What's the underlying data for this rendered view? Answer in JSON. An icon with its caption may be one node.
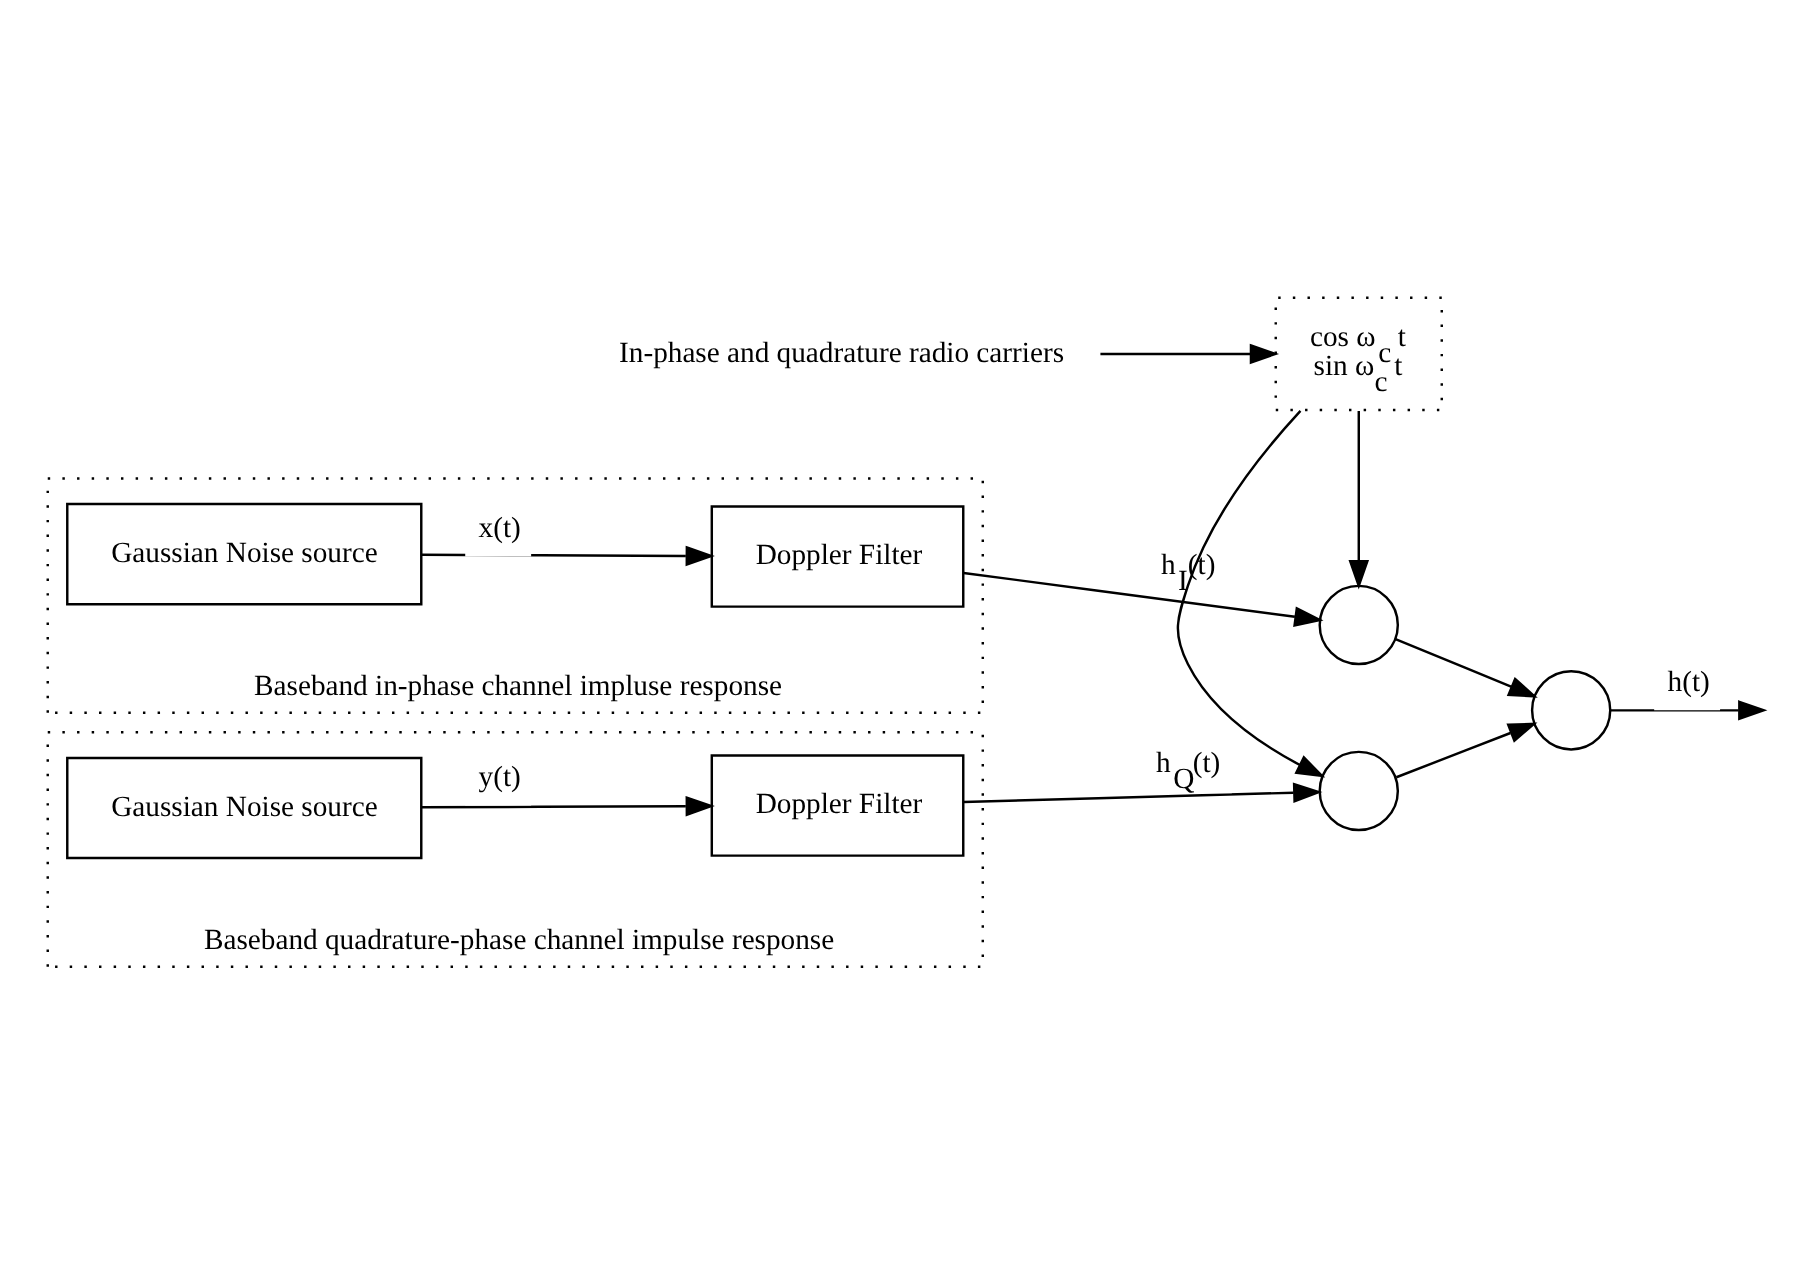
{
  "diagram": {
    "nodes": [
      {
        "text": [
          "Baseband in-phase channel impluse response"
        ]
      },
      {
        "text": [
          "Gaussian Noise source"
        ],
        "in": 0
      },
      {
        "text": [
          "Doppler Filter"
        ],
        "in": 0
      },
      {
        "text": [
          "Baseband quadrature-phase channel impulse response"
        ]
      },
      {
        "text": [
          "Gaussian Noise source"
        ],
        "in": 3
      },
      {
        "text": [
          "Doppler Filter"
        ],
        "in": 3
      },
      {
        "text": [],
        "shape": "circle"
      },
      {
        "text": [
          "cos ω$_{c}$ t",
          "sin ω$_{c}$ t"
        ]
      },
      {
        "text": [
          "In-phase and quadrature radio carriers"
        ]
      },
      {
        "text": [],
        "shape": "circle"
      },
      {
        "text": [],
        "shape": "circle"
      }
    ],
    "edges": [
      {
        "from": 1,
        "to": 2,
        "arrow": "to",
        "label": "x(t)"
      },
      {
        "from": 2,
        "to": 6,
        "arrow": "to",
        "label": "h$_{I}$(t)"
      },
      {
        "from": 7,
        "to": 6,
        "arrow": "to"
      },
      {
        "from": 8,
        "to": 7,
        "arrow": "to"
      },
      {
        "from": 7,
        "to": 9,
        "arrow": "to"
      },
      {
        "from": 4,
        "to": 5,
        "arrow": "to",
        "label": "y(t)"
      },
      {
        "from": 5,
        "to": 9,
        "arrow": "to",
        "label": "h$_{Q}$(t)"
      },
      {
        "from": 6,
        "to": 10,
        "arrow": "to"
      },
      {
        "from": 9,
        "to": 10,
        "arrow": "to"
      },
      {
        "from": 10,
        "to": null,
        "arrow": "to",
        "label": "h(t)"
      }
    ]
  }
}
